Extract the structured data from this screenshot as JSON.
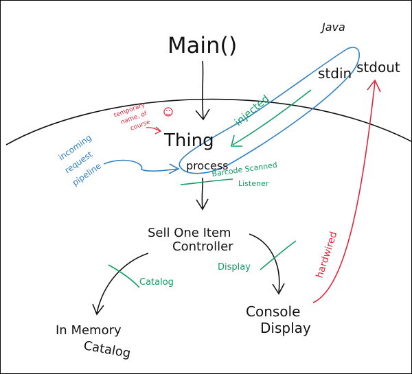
{
  "colors": {
    "ink": "#111111",
    "blue": "#2f7fc1",
    "green": "#0f9d63",
    "red": "#e0253a"
  },
  "labels": {
    "java": "Java",
    "main": "Main()",
    "stdin": "stdin",
    "stdout": "stdout",
    "thing": "Thing",
    "process": "process",
    "injected": "injected",
    "barcode_line1": "Barcode Scanned",
    "barcode_line2": "Listener",
    "incoming_line1": "incoming",
    "incoming_line2": "request",
    "incoming_line3": "pipeline",
    "temp_line1": "temporary",
    "temp_line2": "name, of",
    "temp_line3": "course",
    "controller_line1": "Sell One Item",
    "controller_line2": "Controller",
    "catalog_iface": "Catalog",
    "display_iface": "Display",
    "inmemory_line1": "In Memory",
    "inmemory_line2": "Catalog",
    "console_line1": "Console",
    "console_line2": "Display",
    "hardwired": "hardwired"
  }
}
